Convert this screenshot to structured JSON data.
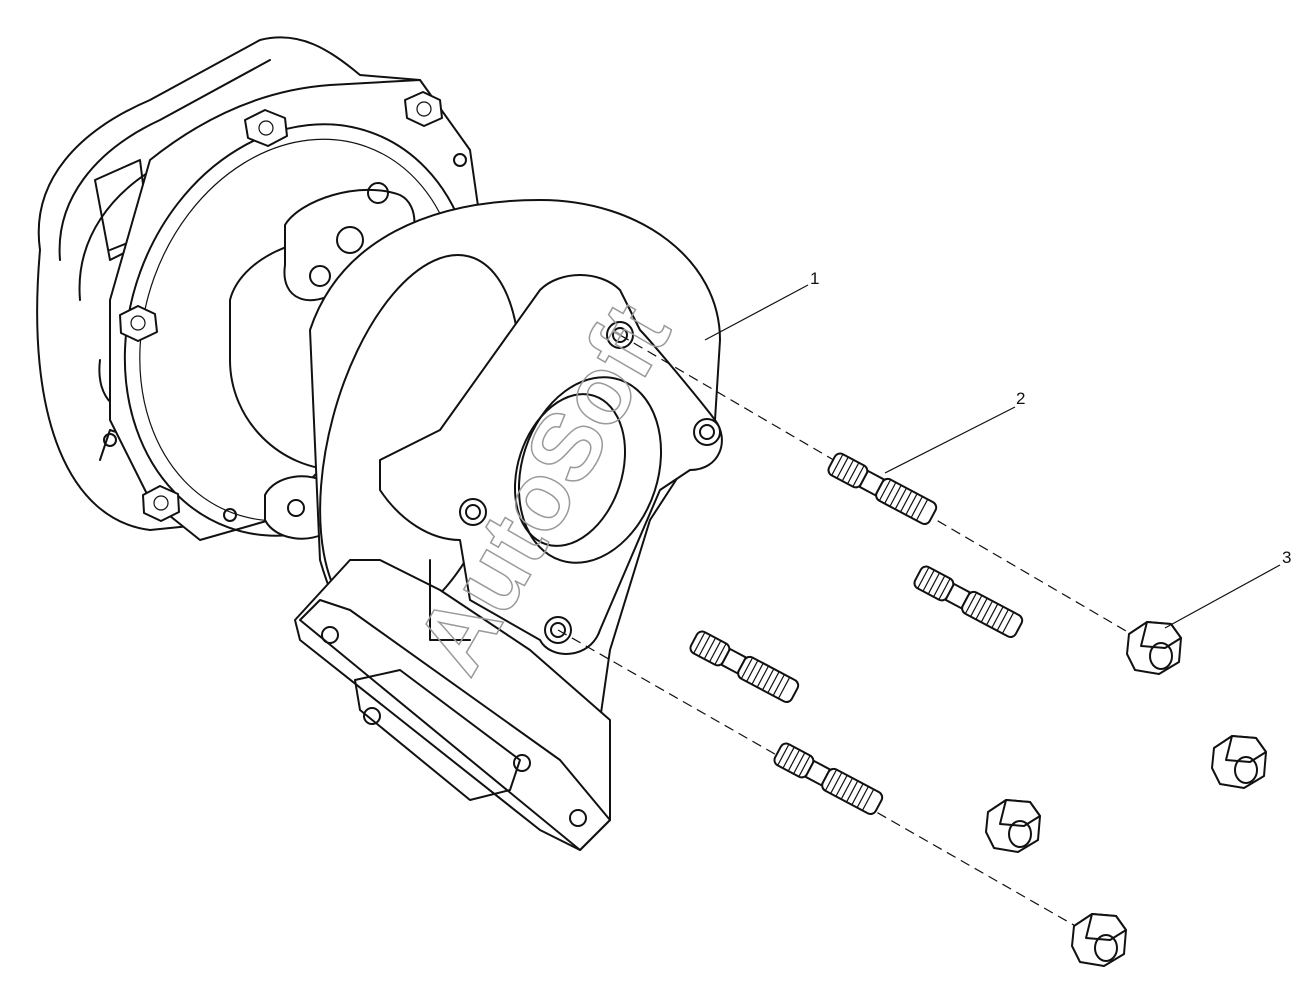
{
  "callouts": [
    {
      "id": "1",
      "label": "1"
    },
    {
      "id": "2",
      "label": "2"
    },
    {
      "id": "3",
      "label": "3"
    }
  ],
  "watermark": "AutoSoft",
  "parts": {
    "turbocharger_count": 1,
    "stud_count": 4,
    "nut_count": 4
  }
}
